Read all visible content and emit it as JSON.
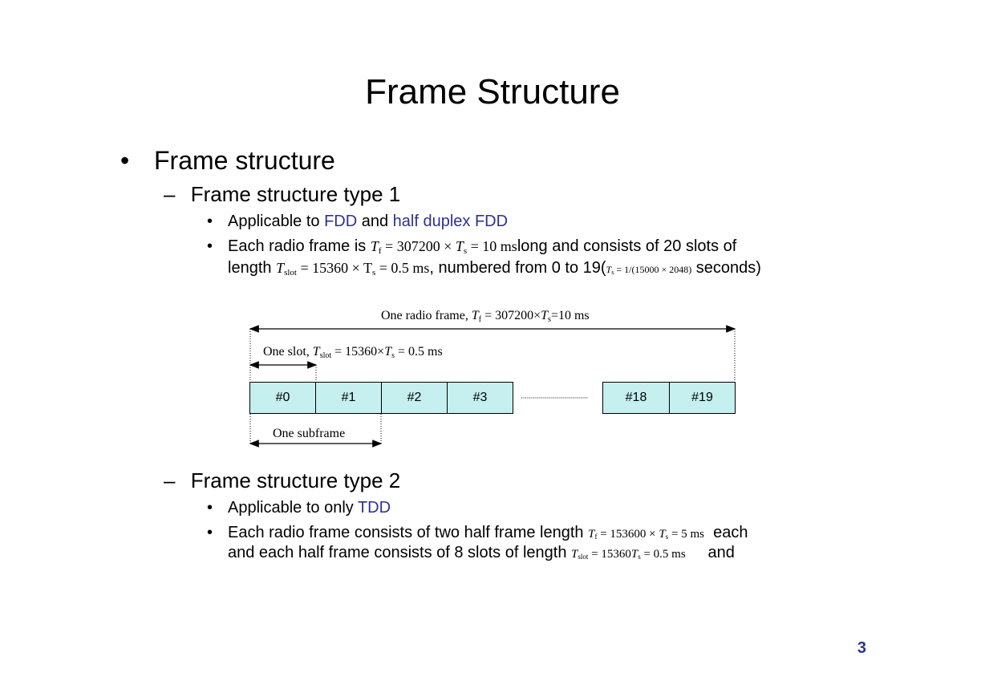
{
  "title": "Frame Structure",
  "bullet1": "Frame structure",
  "type1": {
    "heading": "Frame structure type 1",
    "applicable_prefix": "Applicable to ",
    "applicable_fdd": "FDD",
    "applicable_and": " and ",
    "applicable_half": "half duplex FDD",
    "each_prefix": "Each radio frame is ",
    "eq_tf": "= 307200 × ",
    "eq_tf_end": " = 10 ms",
    "each_suffix": "long and consists of 20 slots of",
    "length_prefix": "length ",
    "eq_tslot": "= 15360 × T",
    "eq_tslot_end": " = 0.5 ms",
    "numbered": ", numbered from 0 to 19(",
    "eq_ts": " = 1/(15000 × 2048)",
    "seconds": " seconds)"
  },
  "diagram": {
    "radio_frame_label": "One radio frame, ",
    "radio_frame_value": "= 307200×",
    "radio_frame_end": "=10 ms",
    "slot_label": "One slot, ",
    "slot_value": " = 15360×",
    "slot_end": " = 0.5 ms",
    "subframe_label": "One subframe",
    "slots": [
      "#0",
      "#1",
      "#2",
      "#3",
      "#18",
      "#19"
    ]
  },
  "type2": {
    "heading": "Frame structure type 2",
    "applicable_prefix": "Applicable to only ",
    "applicable_tdd": "TDD",
    "line1_prefix": "Each radio frame consists of two half frame length ",
    "eq_tf": " = 153600 × ",
    "eq_tf_end": " = 5 ms",
    "line1_suffix": "each",
    "line2_prefix": "and each half frame consists of 8 slots of length ",
    "eq_tslot": " = 15360",
    "eq_tslot_end": " = 0.5 ms",
    "line2_suffix": "and"
  },
  "page_number": "3",
  "colors": {
    "accent": "#2e3192",
    "slot_fill": "#c6efef"
  }
}
